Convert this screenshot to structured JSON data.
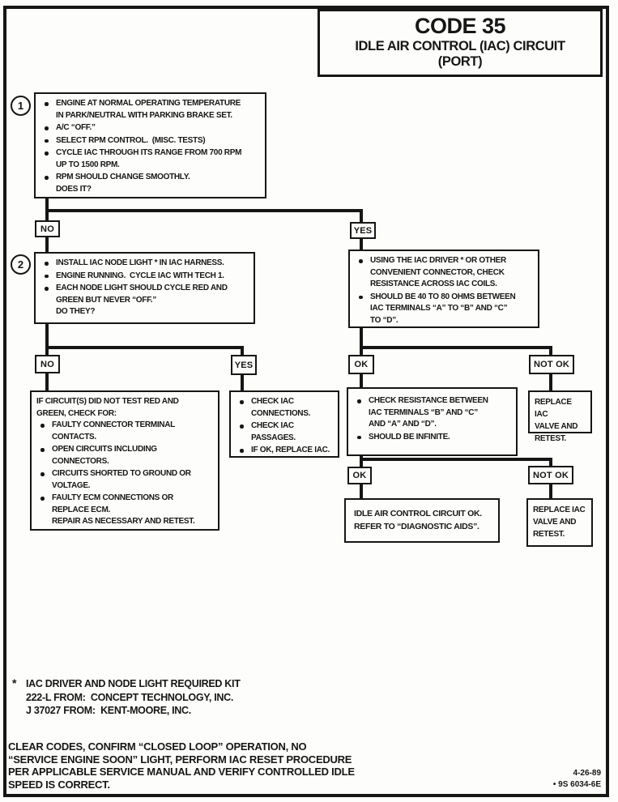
{
  "colors": {
    "ink": "#161616",
    "paper": "#fdfdfb"
  },
  "title": {
    "code": "CODE 35",
    "subtitle": "IDLE AIR CONTROL (IAC) CIRCUIT",
    "variant": "(PORT)"
  },
  "step1": {
    "number": "1",
    "bullets": [
      "ENGINE AT NORMAL OPERATING TEMPERATURE\nIN PARK/NEUTRAL WITH PARKING BRAKE SET.",
      "A/C “OFF.”",
      "SELECT RPM CONTROL.  (MISC. TESTS)",
      "CYCLE IAC THROUGH ITS RANGE FROM 700 RPM\nUP TO 1500 RPM.",
      "RPM SHOULD CHANGE SMOOTHLY.\nDOES IT?"
    ]
  },
  "branch1": {
    "no": "NO",
    "yes": "YES"
  },
  "step2": {
    "number": "2",
    "bullets": [
      "INSTALL IAC NODE LIGHT * IN IAC HARNESS.",
      "ENGINE RUNNING.  CYCLE IAC WITH TECH 1.",
      "EACH NODE LIGHT SHOULD CYCLE RED AND\nGREEN BUT NEVER “OFF.”\nDO THEY?"
    ]
  },
  "resistance_check": {
    "bullets": [
      "USING THE IAC DRIVER * OR OTHER\nCONVENIENT CONNECTOR, CHECK\nRESISTANCE ACROSS IAC COILS.",
      "SHOULD BE 40 TO 80 OHMS BETWEEN\nIAC TERMINALS “A” TO “B” AND “C”\nTO “D”."
    ]
  },
  "branch2": {
    "no": "NO",
    "yes": "YES",
    "ok": "OK",
    "not_ok": "NOT OK"
  },
  "circuit_fault_box": {
    "intro": "IF CIRCUIT(S) DID NOT TEST RED AND\nGREEN, CHECK FOR:",
    "bullets": [
      "FAULTY CONNECTOR TERMINAL\nCONTACTS.",
      "OPEN CIRCUITS INCLUDING\nCONNECTORS.",
      "CIRCUITS SHORTED TO GROUND OR\nVOLTAGE.",
      "FAULTY ECM CONNECTIONS OR\nREPLACE ECM.\nREPAIR AS NECESSARY AND RETEST."
    ]
  },
  "check_iac_box": {
    "bullets": [
      "CHECK IAC\nCONNECTIONS.",
      "CHECK IAC\nPASSAGES.",
      "IF OK, REPLACE IAC."
    ]
  },
  "infinite_check_box": {
    "bullets": [
      "CHECK RESISTANCE BETWEEN\nIAC TERMINALS “B” AND “C”\nAND “A” AND “D”.",
      "SHOULD BE INFINITE."
    ]
  },
  "replace_valve_box1": {
    "text": "REPLACE IAC\nVALVE AND\nRETEST."
  },
  "branch3": {
    "ok": "OK",
    "not_ok": "NOT OK"
  },
  "idle_ok_box": {
    "text": "IDLE AIR CONTROL CIRCUIT OK.\nREFER TO “DIAGNOSTIC AIDS”."
  },
  "replace_valve_box2": {
    "text": "REPLACE IAC\nVALVE AND\nRETEST."
  },
  "footnote": {
    "marker": "*",
    "text": "IAC DRIVER AND NODE LIGHT REQUIRED KIT\n222-L FROM:  CONCEPT TECHNOLOGY, INC.\nJ 37027 FROM:  KENT-MOORE, INC."
  },
  "footer": {
    "instructions": "CLEAR CODES, CONFIRM “CLOSED LOOP” OPERATION, NO\n“SERVICE ENGINE SOON” LIGHT, PERFORM IAC RESET PROCEDURE\nPER APPLICABLE SERVICE MANUAL AND VERIFY CONTROLLED IDLE\nSPEED IS CORRECT.",
    "date": "4-26-89",
    "doc_number": "• 9S 6034-6E"
  }
}
